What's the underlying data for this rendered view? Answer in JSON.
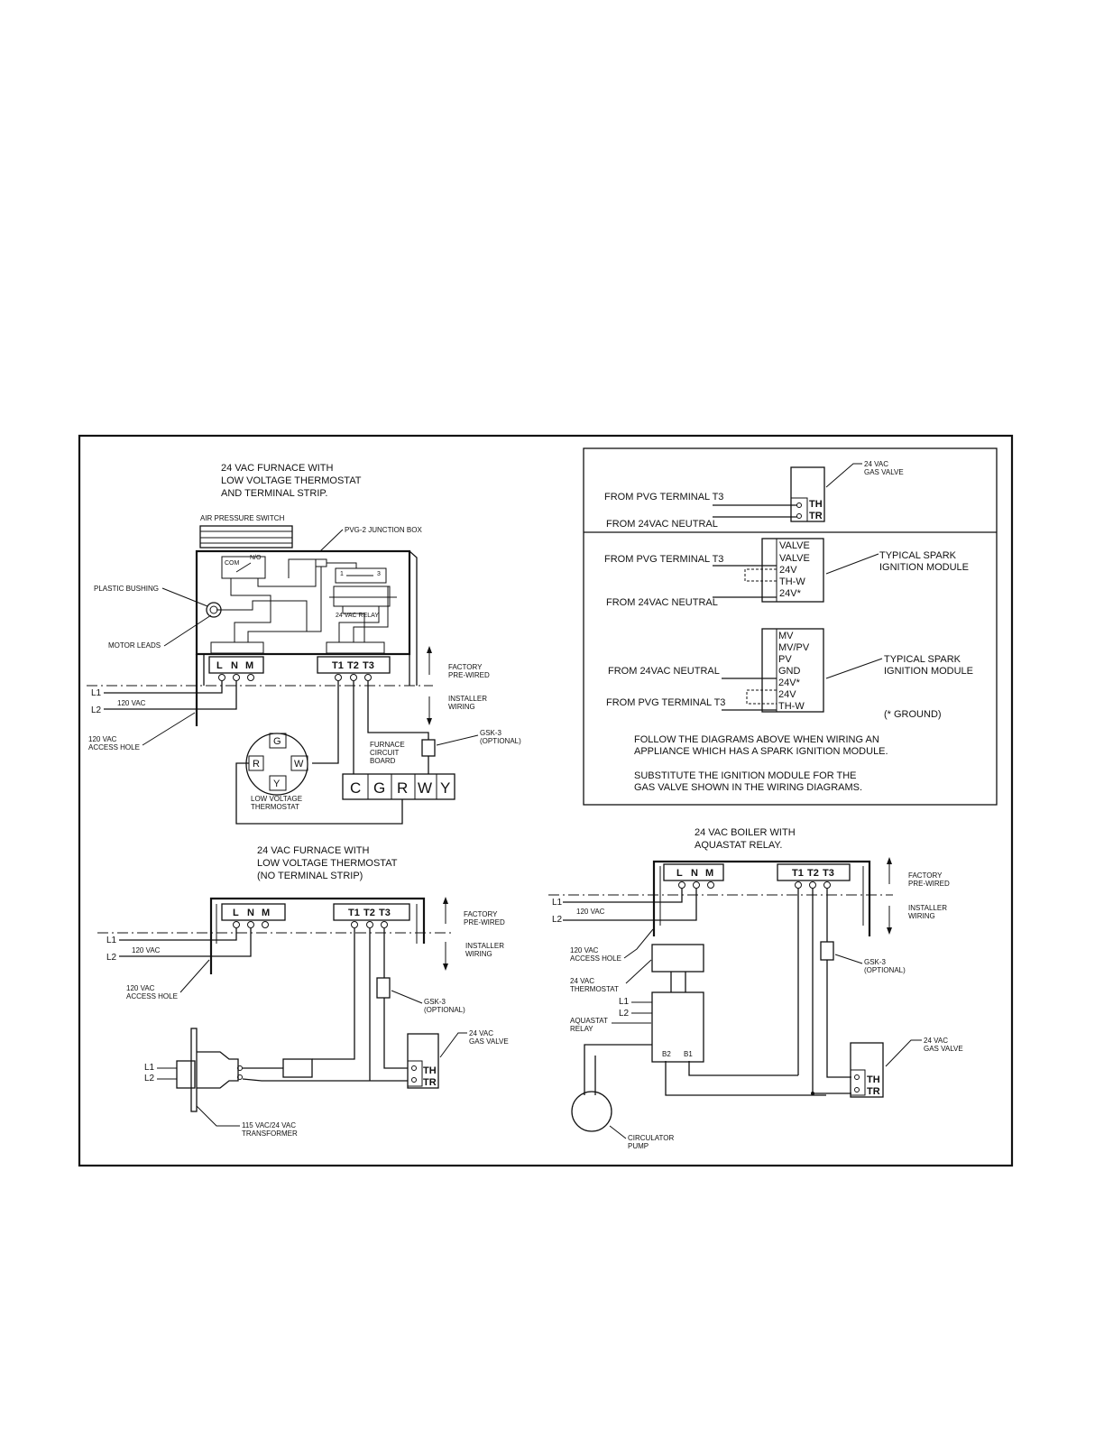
{
  "top_left": {
    "title_lines": [
      "24 VAC FURNACE WITH",
      "LOW VOLTAGE THERMOSTAT",
      "AND TERMINAL STRIP."
    ],
    "air_pressure_switch": "AIR PRESSURE SWITCH",
    "junction_box": "PVG-2 JUNCTION BOX",
    "com": "COM",
    "no": "N/O",
    "relay_pin1": "1",
    "relay_pin3": "3",
    "relay": "24 VAC RELAY",
    "plastic_bushing": "PLASTIC BUSHING",
    "motor_leads": "MOTOR LEADS",
    "terminals_lnm": [
      "L",
      "N",
      "M"
    ],
    "terminals_t": [
      "T1",
      "T2",
      "T3"
    ],
    "factory": [
      "FACTORY",
      "PRE-WIRED"
    ],
    "installer": [
      "INSTALLER",
      "WIRING"
    ],
    "l1": "L1",
    "l2": "L2",
    "vac120": "120 VAC",
    "access_hole": [
      "120 VAC",
      "ACCESS HOLE"
    ],
    "gsk": [
      "GSK-3",
      "(OPTIONAL)"
    ],
    "furnace_board": [
      "FURNACE",
      "CIRCUIT",
      "BOARD"
    ],
    "board_terminals": [
      "C",
      "G",
      "R",
      "W",
      "Y"
    ],
    "thermostat_letters": [
      "G",
      "R",
      "W",
      "Y"
    ],
    "thermostat_label": [
      "LOW VOLTAGE",
      "THERMOSTAT"
    ]
  },
  "top_right": {
    "panel1": {
      "from_t3": "FROM PVG TERMINAL T3",
      "from_neutral": "FROM 24VAC NEUTRAL",
      "valve_label": [
        "24 VAC",
        "GAS VALVE"
      ],
      "th": "TH",
      "tr": "TR"
    },
    "panel2": {
      "from_t3": "FROM PVG TERMINAL T3",
      "from_neutral": "FROM 24VAC NEUTRAL",
      "module_rows": [
        "VALVE",
        "VALVE",
        "24V",
        "TH-W",
        "24V*"
      ],
      "module_label": [
        "TYPICAL SPARK",
        "IGNITION MODULE"
      ]
    },
    "panel3": {
      "from_neutral": "FROM 24VAC NEUTRAL",
      "from_t3": "FROM PVG TERMINAL T3",
      "module_rows": [
        "MV",
        "MV/PV",
        "PV",
        "GND",
        "24V*",
        "24V",
        "TH-W"
      ],
      "module_label": [
        "TYPICAL SPARK",
        "IGNITION MODULE"
      ],
      "ground_note": "(* GROUND)",
      "follow_note": [
        "FOLLOW THE DIAGRAMS ABOVE WHEN WIRING AN",
        "APPLIANCE WHICH HAS A SPARK IGNITION MODULE."
      ],
      "substitute_note": [
        "SUBSTITUTE THE IGNITION MODULE FOR THE",
        "GAS VALVE SHOWN IN THE WIRING DIAGRAMS."
      ]
    }
  },
  "bottom_left": {
    "title_lines": [
      "24 VAC FURNACE WITH",
      "LOW VOLTAGE THERMOSTAT",
      "(NO TERMINAL STRIP)"
    ],
    "terminals_lnm": [
      "L",
      "N",
      "M"
    ],
    "terminals_t": [
      "T1",
      "T2",
      "T3"
    ],
    "factory": [
      "FACTORY",
      "PRE-WIRED"
    ],
    "installer": [
      "INSTALLER",
      "WIRING"
    ],
    "l1": "L1",
    "l2": "L2",
    "vac120": "120 VAC",
    "access_hole": [
      "120 VAC",
      "ACCESS HOLE"
    ],
    "gsk": [
      "GSK-3",
      "(OPTIONAL)"
    ],
    "valve_label": [
      "24 VAC",
      "GAS VALVE"
    ],
    "th": "TH",
    "tr": "TR",
    "transformer_l1": "L1",
    "transformer_l2": "L2",
    "transformer": [
      "115 VAC/24 VAC",
      "TRANSFORMER"
    ]
  },
  "bottom_right": {
    "title_lines": [
      "24 VAC BOILER WITH",
      "AQUASTAT RELAY."
    ],
    "terminals_lnm": [
      "L",
      "N",
      "M"
    ],
    "terminals_t": [
      "T1",
      "T2",
      "T3"
    ],
    "factory": [
      "FACTORY",
      "PRE-WIRED"
    ],
    "installer": [
      "INSTALLER",
      "WIRING"
    ],
    "l1": "L1",
    "l2": "L2",
    "vac120": "120 VAC",
    "access_hole": [
      "120 VAC",
      "ACCESS HOLE"
    ],
    "gsk": [
      "GSK-3",
      "(OPTIONAL)"
    ],
    "thermostat": [
      "24 VAC",
      "THERMOSTAT"
    ],
    "relay_l1": "L1",
    "relay_l2": "L2",
    "aquastat": [
      "AQUASTAT",
      "RELAY"
    ],
    "b2": "B2",
    "b1": "B1",
    "valve_label": [
      "24 VAC",
      "GAS VALVE"
    ],
    "th": "TH",
    "tr": "TR",
    "pump": [
      "CIRCULATOR",
      "PUMP"
    ]
  }
}
